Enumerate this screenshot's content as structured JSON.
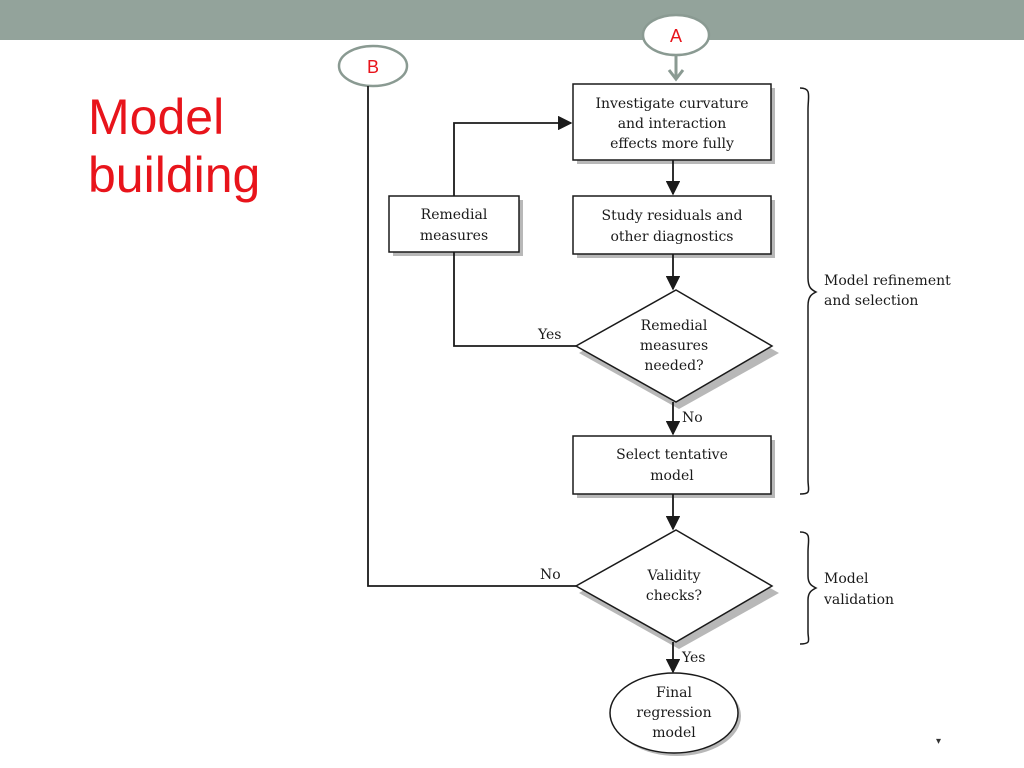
{
  "title": {
    "line1": "Model",
    "line2": "building"
  },
  "colors": {
    "title": "#e8141b",
    "top_bar": "#93a39b",
    "connector_stroke": "#8a9a92"
  },
  "connectors": {
    "a": "A",
    "b": "B"
  },
  "boxes": {
    "investigate": [
      "Investigate curvature",
      "and interaction",
      "effects more fully"
    ],
    "study": [
      "Study residuals and",
      "other diagnostics"
    ],
    "remedial": [
      "Remedial",
      "measures"
    ],
    "select": [
      "Select tentative",
      "model"
    ]
  },
  "decisions": {
    "remedial_needed": [
      "Remedial",
      "measures",
      "needed?"
    ],
    "validity": [
      "Validity",
      "checks?"
    ]
  },
  "terminal": {
    "final": [
      "Final",
      "regression",
      "model"
    ]
  },
  "edge_labels": {
    "yes_remedial": "Yes",
    "no_remedial": "No",
    "no_validity": "No",
    "yes_validity": "Yes"
  },
  "side_labels": {
    "refinement": [
      "Model refinement",
      "and selection"
    ],
    "validation": [
      "Model",
      "validation"
    ]
  },
  "footer_mark": "▾"
}
